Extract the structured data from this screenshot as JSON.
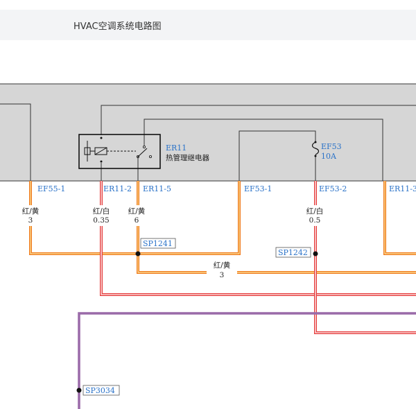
{
  "header": {
    "title": "HVAC空调系统电路图"
  },
  "colors": {
    "orange_wire": "#f07a1c",
    "red_wire": "#e43a3a",
    "pink_wire": "#f3a9a9",
    "purple_wire": "#9a6aa8",
    "module_fill": "#d6d6d6",
    "label_blue": "#2a72c8"
  },
  "components": {
    "relay": {
      "id": "ER11",
      "name": "热管理继电器"
    },
    "fuse": {
      "id": "EF53",
      "rating": "10A"
    }
  },
  "pins": [
    "EF55-1",
    "ER11-2",
    "ER11-5",
    "EF53-1",
    "EF53-2",
    "ER11-3"
  ],
  "wires": [
    {
      "color": "红/黄",
      "gauge": "3"
    },
    {
      "color": "红/白",
      "gauge": "0.35"
    },
    {
      "color": "红/黄",
      "gauge": "6"
    },
    {
      "color": "红/白",
      "gauge": "0.5"
    },
    {
      "color": "红/黄",
      "gauge": "3"
    }
  ],
  "splices": [
    "SP1241",
    "SP1242",
    "SP3034"
  ]
}
